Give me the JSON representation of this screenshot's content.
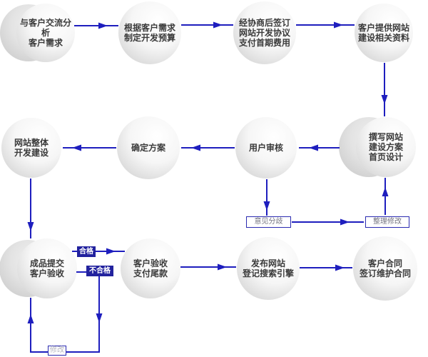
{
  "diagram": {
    "colors": {
      "line": "#1e1ebe",
      "solid_label_bg": "#22229e",
      "solid_label_text": "#ffffff",
      "outline_label_border": "#2a2ab0",
      "outline_label_text": "#73737f",
      "revise_label_text": "#b5b5c0",
      "node_text": "#3a3a3a",
      "node_fill_light": "#ffffff",
      "node_fill_dark": "#cbcbcb"
    },
    "nodes": {
      "analyze": {
        "label": "与客户交流分析\n客户需求"
      },
      "budget": {
        "label": "根据客户需求\n制定开发预算"
      },
      "contract": {
        "label": "经协商后签订\n网站开发协议\n支付首期费用"
      },
      "materials": {
        "label": "客户提供网站\n建设相关资料"
      },
      "develop": {
        "label": "网站整体\n开发建设"
      },
      "confirm": {
        "label": "确定方案"
      },
      "review": {
        "label": "用户审核"
      },
      "design": {
        "label": "撰写网站\n建设方案\n首页设计"
      },
      "submit": {
        "label": "成品提交\n客户验收"
      },
      "payment": {
        "label": "客户验收\n支付尾款"
      },
      "publish": {
        "label": "发布网站\n登记搜索引擎"
      },
      "maintain": {
        "label": "客户合同\n签订维护合同"
      }
    },
    "edge_labels": {
      "qualified": "合格",
      "unqualified": "不合格",
      "disagreement": "意见分歧",
      "reorganize": "整理修改",
      "revise": "修改"
    }
  }
}
